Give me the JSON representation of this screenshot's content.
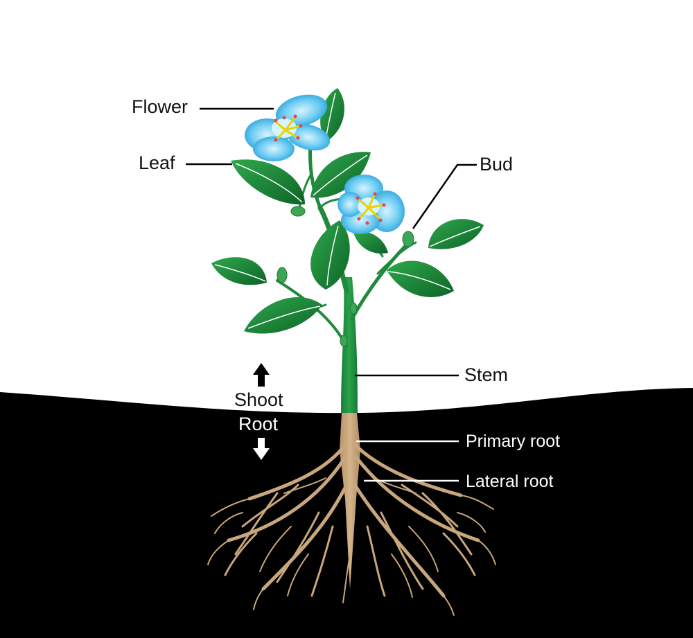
{
  "labels": {
    "flower": "Flower",
    "leaf": "Leaf",
    "bud": "Bud",
    "stem": "Stem",
    "shoot": "Shoot",
    "root": "Root",
    "primary_root": "Primary root",
    "lateral_root": "Lateral root"
  },
  "colors": {
    "soil": "#000000",
    "sky": "#ffffff",
    "leaf": "#1f8a3c",
    "leaf_dark": "#0f6a2a",
    "stem": "#1f8a3c",
    "petal": "#3fb6e8",
    "petal_light": "#9fe0f8",
    "root": "#c8a57c"
  }
}
